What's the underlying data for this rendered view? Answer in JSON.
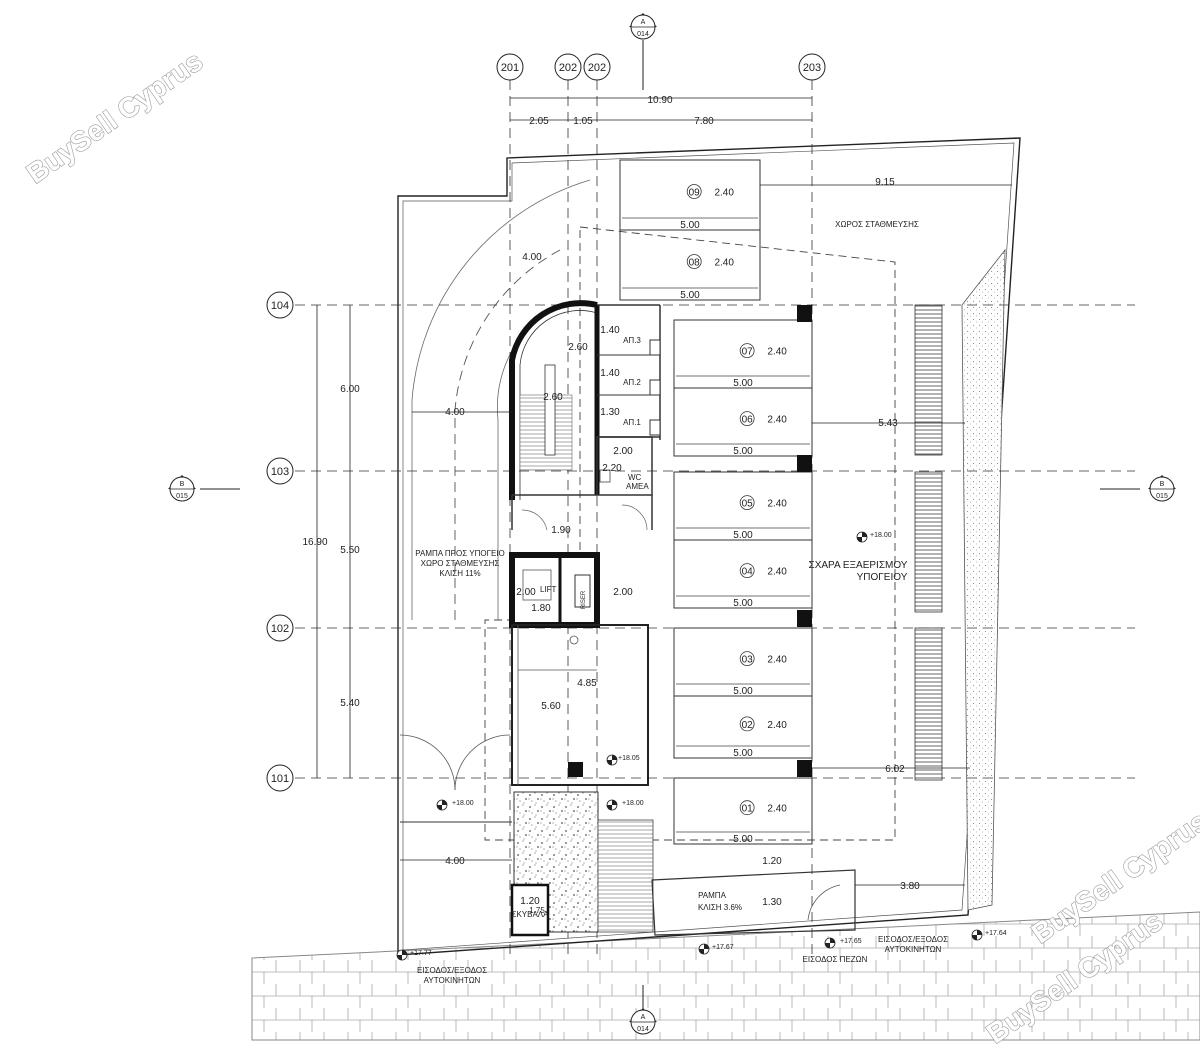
{
  "watermark": "BuySell Cyprus",
  "grid_columns": [
    "201",
    "202",
    "202",
    "203"
  ],
  "grid_rows": [
    "104",
    "103",
    "102",
    "101"
  ],
  "section_markers": {
    "a_top": {
      "letter": "A",
      "sheet": "014"
    },
    "a_bottom": {
      "letter": "A",
      "sheet": "014"
    },
    "b_left": {
      "letter": "B",
      "sheet": "015"
    },
    "b_right": {
      "letter": "B",
      "sheet": "015"
    }
  },
  "top_dimensions": {
    "total": "10.90",
    "d1": "2.05",
    "d2": "1.05",
    "d3": "7.80"
  },
  "left_dimensions": {
    "total": "16.90",
    "d1": "6.00",
    "d2": "5.50",
    "d3": "5.40"
  },
  "parking_spaces": [
    {
      "number": "09",
      "width": "2.40",
      "length": "5.00"
    },
    {
      "number": "08",
      "width": "2.40",
      "length": "5.00"
    },
    {
      "number": "07",
      "width": "2.40",
      "length": "5.00"
    },
    {
      "number": "06",
      "width": "2.40",
      "length": "5.00"
    },
    {
      "number": "05",
      "width": "2.40",
      "length": "5.00"
    },
    {
      "number": "04",
      "width": "2.40",
      "length": "5.00"
    },
    {
      "number": "03",
      "width": "2.40",
      "length": "5.00"
    },
    {
      "number": "02",
      "width": "2.40",
      "length": "5.00"
    },
    {
      "number": "01",
      "width": "2.40",
      "length": "5.00"
    }
  ],
  "labels": {
    "parking_area": "ΧΩΡΟΣ ΣΤΑΘΜΕΥΣΗΣ",
    "ramp_l1": "ΡΑΜΠΑ ΠΡΟΣ ΥΠΟΓΕΙΟ",
    "ramp_l2": "ΧΩΡΟ ΣΤΑΘΜΕΥΣΗΣ",
    "ramp_l3": "ΚΛΙΣΗ 11%",
    "grille_l1": "ΣΧΑΡΑ ΕΞΑΕΡΙΣΜΟΥ",
    "grille_l2": "ΥΠΟΓΕΙΟΥ",
    "ramp2_l1": "ΡΑΜΠΑ",
    "ramp2_l2": "ΚΛΙΣΗ 3.6%",
    "wc_l1": "WC",
    "wc_l2": "AMEA",
    "lift": "LIFT",
    "riser": "RISER",
    "ap3": "ΑΠ.3",
    "ap2": "ΑΠ.2",
    "ap1": "ΑΠ.1",
    "skyvala": "ΣΚΥΒΑΛΑ",
    "entry_cars_l1": "ΕΙΣΟΔΟΣ/ΕΞΟΔΟΣ",
    "entry_cars_l2": "ΑΥΤΟΚΙΝΗΤΩΝ",
    "entry_pedestrians": "ΕΙΣΟΔΟΣ ΠΕΖΩΝ"
  },
  "dims": {
    "d_915": "9.15",
    "d_400_arc": "4.00",
    "d_400_mid": "4.00",
    "d_400_bottom": "4.00",
    "d_543": "5.43",
    "d_602": "6.02",
    "d_380": "3.80",
    "d_120": "1.20",
    "d_130": "1.30",
    "d_140a": "1.40",
    "d_140b": "1.40",
    "d_130b": "1.30",
    "d_260a": "2.60",
    "d_260b": "2.60",
    "d_200a": "2.00",
    "d_220": "2.20",
    "d_190": "1.90",
    "d_200b": "2.00",
    "d_200c": "2.00",
    "d_180": "1.80",
    "d_485": "4.85",
    "d_560": "5.60",
    "d_120b": "1.20",
    "d_175": "1.75"
  },
  "levels": {
    "l1": "+18.00",
    "l2": "+18.05",
    "l3": "+18.00",
    "l4": "+18.00",
    "l5": "+17.77",
    "l6": "+17.67",
    "l7": "+17.65",
    "l8": "+17.64"
  }
}
